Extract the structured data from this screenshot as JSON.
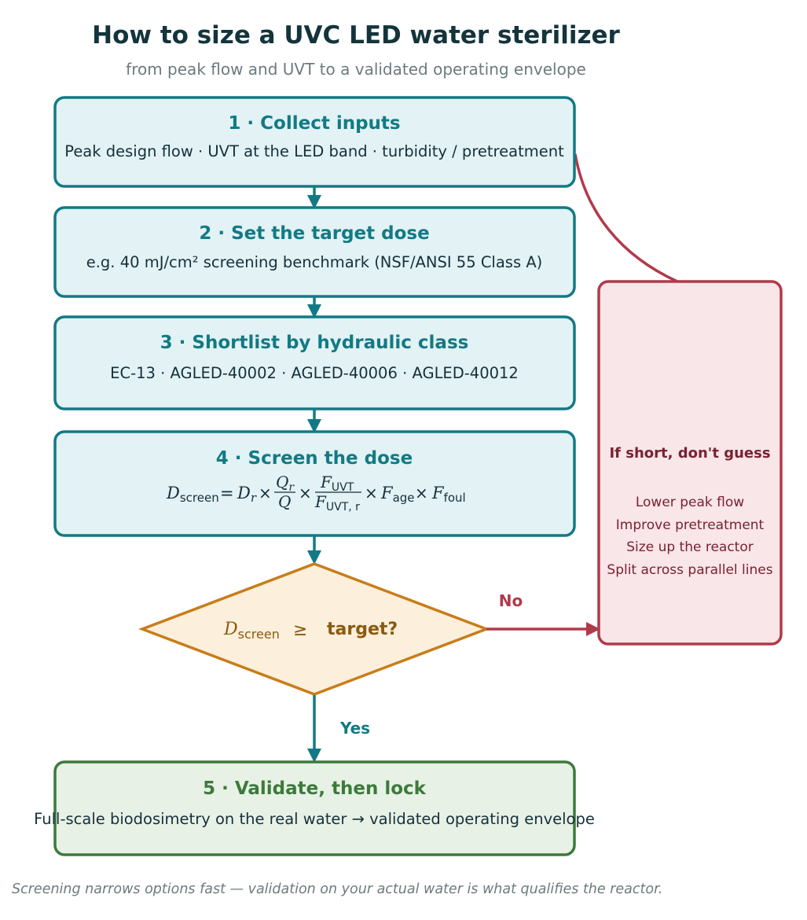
{
  "title": "How to size a UVC LED water sterilizer",
  "subtitle": "from peak flow and UVT to a validated operating envelope",
  "steps": [
    {
      "title": "1 · Collect inputs",
      "body": "Peak design flow  ·  UVT at the LED band  ·  turbidity / pretreatment"
    },
    {
      "title": "2 · Set the target dose",
      "body": "e.g. 40 mJ/cm² screening benchmark  (NSF/ANSI 55 Class A)"
    },
    {
      "title": "3 · Shortlist by hydraulic class",
      "body": "EC-13  ·  AGLED-40002  ·  AGLED-40006  ·  AGLED-40012"
    },
    {
      "title": "4 · Screen the dose",
      "formula": {
        "lhs": "D",
        "lhs_sub": "screen",
        "dose": "D",
        "dose_sub": "r",
        "ratio_num": "Q",
        "ratio_num_sub": "r",
        "ratio_den": "Q",
        "uvt_num": "F",
        "uvt_num_sub": "UVT",
        "uvt_den": "F",
        "uvt_den_sub": "UVT, r",
        "age": "F",
        "age_sub": "age",
        "foul": "F",
        "foul_sub": "foul",
        "eq": "=",
        "times": "×"
      }
    }
  ],
  "decision": {
    "var": "D",
    "var_sub": "screen",
    "op": "≥",
    "label": "target?",
    "yes_label": "Yes",
    "no_label": "No"
  },
  "side_box": {
    "title": "If short, don't guess",
    "items": [
      "Lower peak flow",
      "Improve pretreatment",
      "Size up the reactor",
      "Split across parallel lines"
    ]
  },
  "final_step": {
    "title": "5 · Validate, then lock",
    "body": "Full-scale biodosimetry on the real water  →  validated operating envelope"
  },
  "footer": "Screening narrows options fast — validation on your actual water is what qualifies the reactor.",
  "colors": {
    "teal": "#127a84",
    "teal_fill": "#e2f2f5",
    "red": "#b13a4a",
    "red_fill": "#f8e6e8",
    "orange": "#c87d1a",
    "orange_fill": "#fcefdc",
    "green": "#3c7a3c",
    "green_fill": "#e8f1e6",
    "dark_text": "#16303a"
  }
}
